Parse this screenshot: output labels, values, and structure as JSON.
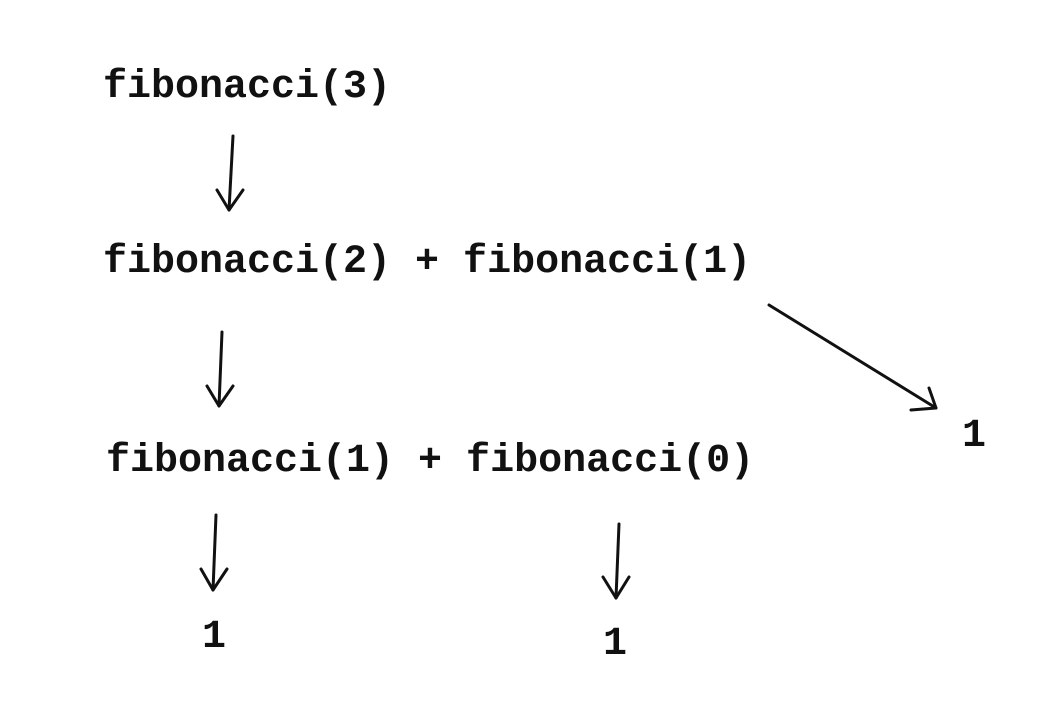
{
  "diagram": {
    "root_call": "fibonacci(3)",
    "level1_expression": "fibonacci(2) + fibonacci(1)",
    "level2_expression": "fibonacci(1) + fibonacci(0)",
    "results": {
      "fib1_right": "1",
      "fib1_left": "1",
      "fib0": "1"
    }
  }
}
